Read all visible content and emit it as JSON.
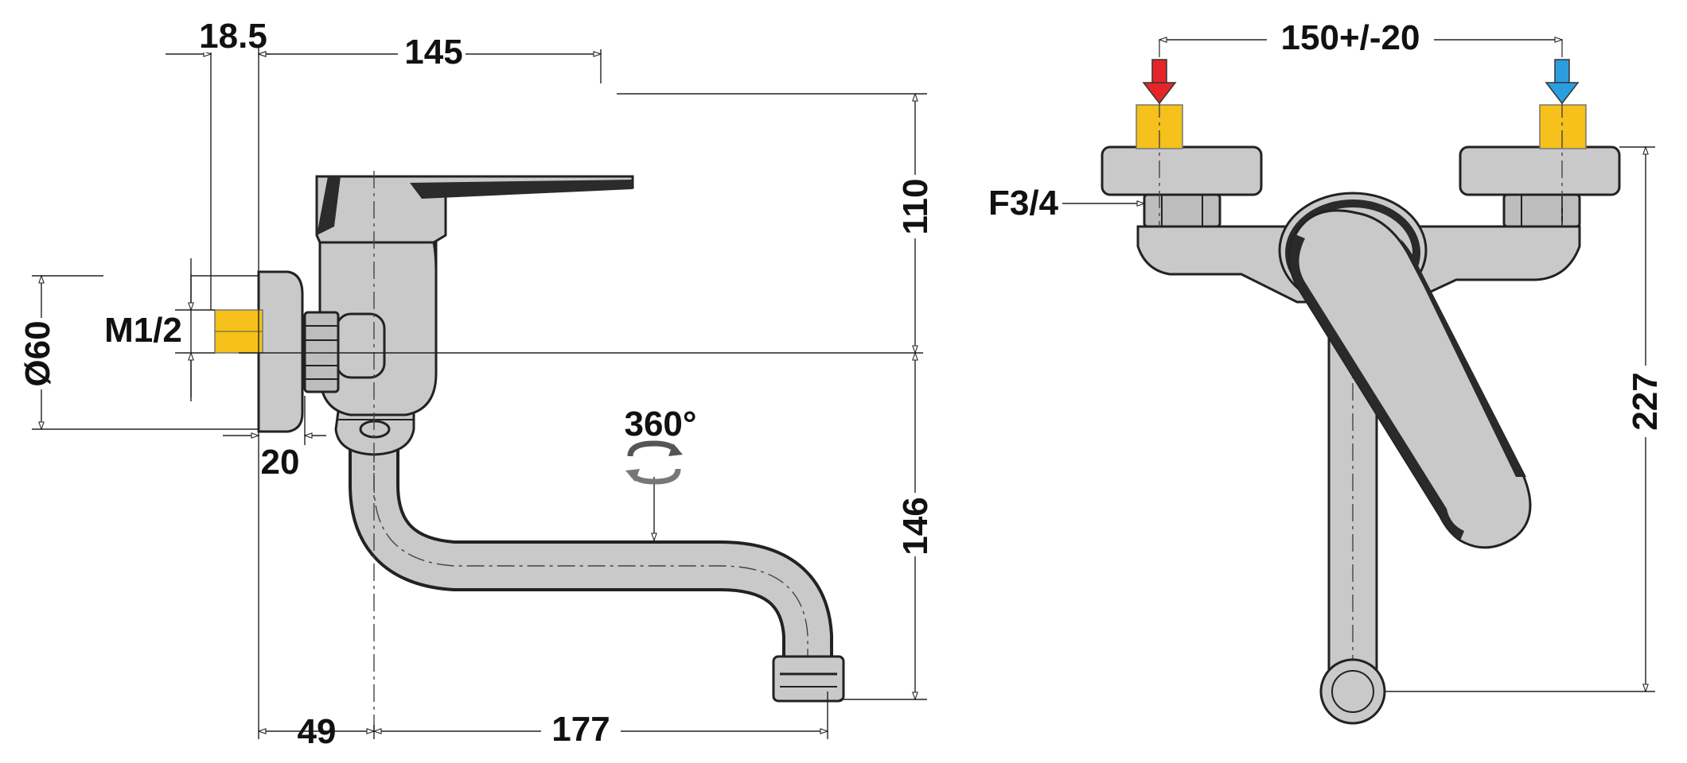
{
  "dimensions": {
    "side_view": {
      "d_18_5": "18.5",
      "d_145": "145",
      "d_110": "110",
      "d_146": "146",
      "d_60": "Ø60",
      "d_m12": "M1/2",
      "d_20": "20",
      "d_49": "49",
      "d_177": "177",
      "rotation": "360°"
    },
    "front_view": {
      "d_150": "150+/-20",
      "d_f34": "F3/4",
      "d_227": "227"
    }
  },
  "colors": {
    "hot": "#e4262a",
    "cold": "#2a9ee0",
    "thread": "#f5c11a",
    "metal": "#c9c9c9"
  },
  "icons": [
    "rotation-arrows-icon",
    "hot-water-arrow-icon",
    "cold-water-arrow-icon"
  ]
}
